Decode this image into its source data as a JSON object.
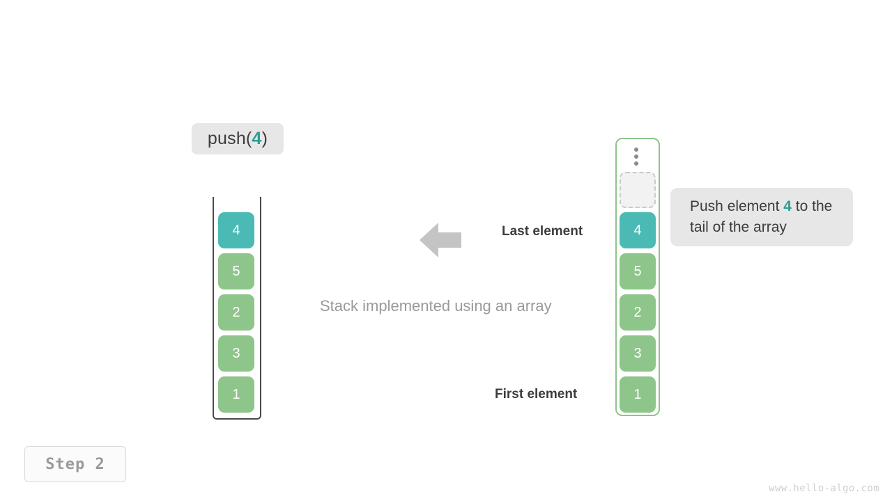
{
  "operation": {
    "prefix": "push(",
    "value": "4",
    "suffix": ")"
  },
  "stack": {
    "caption": "Stack implemented using an array",
    "last_element_label": "Last element",
    "first_element_label": "First element",
    "cells": [
      {
        "value": "4",
        "color": "teal"
      },
      {
        "value": "5",
        "color": "green"
      },
      {
        "value": "2",
        "color": "green"
      },
      {
        "value": "3",
        "color": "green"
      },
      {
        "value": "1",
        "color": "green"
      }
    ]
  },
  "array": {
    "ellipsis_icon": "vertical-ellipsis-icon",
    "empty_slot_label": "",
    "cells": [
      {
        "value": "4",
        "color": "teal"
      },
      {
        "value": "5",
        "color": "green"
      },
      {
        "value": "2",
        "color": "green"
      },
      {
        "value": "3",
        "color": "green"
      },
      {
        "value": "1",
        "color": "green"
      }
    ],
    "callout": {
      "before": "Push element ",
      "accent": "4",
      "after": " to the tail of the array"
    }
  },
  "arrow": {
    "icon": "arrow-left-icon",
    "direction": "left"
  },
  "step_badge": "Step 2",
  "watermark": "www.hello-algo.com",
  "colors": {
    "teal": "#4bbab4",
    "teal_text": "#2e9e93",
    "green": "#8ec58a",
    "pill_bg": "#e7e7e7",
    "arrow_gray": "#c4c4c4",
    "caption_gray": "#9a9a9a",
    "text_dark": "#3c3c3c"
  }
}
